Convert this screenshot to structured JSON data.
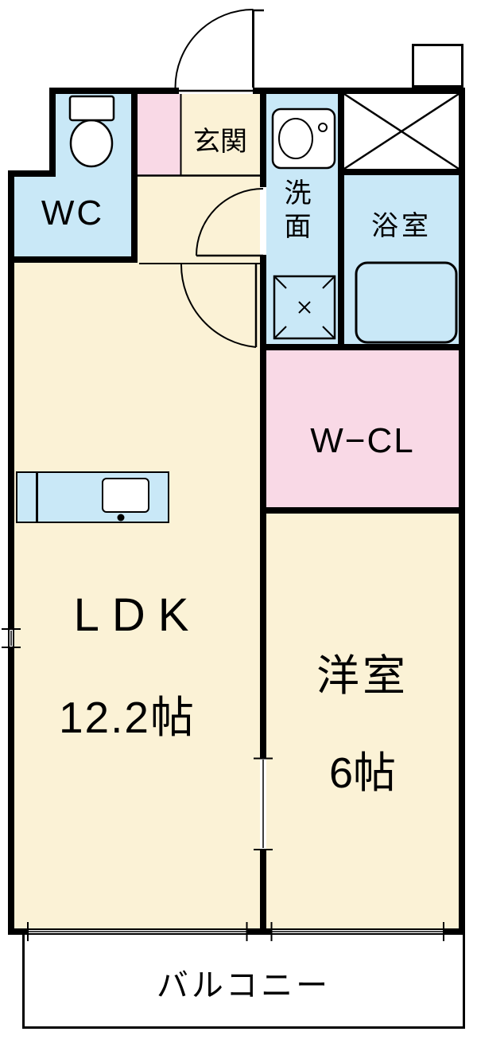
{
  "colors": {
    "wall": "#000000",
    "cream": "#FBF2D6",
    "blue": "#C9E8F7",
    "pink": "#F9D9E6",
    "white": "#FFFFFF"
  },
  "rooms": {
    "wc": {
      "label": "WC"
    },
    "genkan": {
      "label": "玄関"
    },
    "washroom": {
      "label": "洗面"
    },
    "bathroom": {
      "label": "浴室"
    },
    "closet": {
      "label": "W−CL"
    },
    "ldk": {
      "label": "LDK",
      "area": "12.2帖"
    },
    "bedroom": {
      "label": "洋室",
      "area": "6帖"
    },
    "balcony": {
      "label": "バルコニー"
    }
  },
  "icons": {
    "entrance-door-swing-icon": "quarter-arc with leaf line",
    "interior-door-swing-icon": "quarter-arc with leaf line",
    "washroom-door-swing-icon": "quarter-arc with leaf line",
    "toilet-icon": "tank rectangle + bowl ellipse",
    "washbasin-icon": "rounded rect + oval basin + faucet knob",
    "washer-pan-icon": "square with corner diagonals and center x",
    "bathtub-icon": "rounded rectangle tub",
    "kitchen-counter-icon": "counter block with sink and faucet dot",
    "crossed-void-icon": "rectangle with X diagonals",
    "meter-box-icon": "small bordered rectangle",
    "window-marker": "hollow wall with ticks and glass line"
  }
}
